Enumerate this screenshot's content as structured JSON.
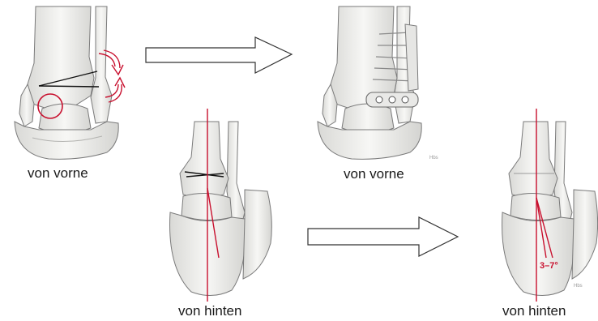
{
  "captions": {
    "top_left": "von vorne",
    "top_right": "von vorne",
    "bottom_center": "von hinten",
    "bottom_right": "von hinten"
  },
  "annotation": {
    "angle": "3–7°"
  },
  "signature": "Hbs",
  "colors": {
    "red_marking": "#c8102e",
    "bone_fill": "#f2f2f0",
    "bone_stroke": "#7a7a7a",
    "arrow_stroke": "#333333"
  },
  "icons": {
    "rotation_arrows": "curved-arrow",
    "transition_arrows": "right-block-arrow"
  }
}
